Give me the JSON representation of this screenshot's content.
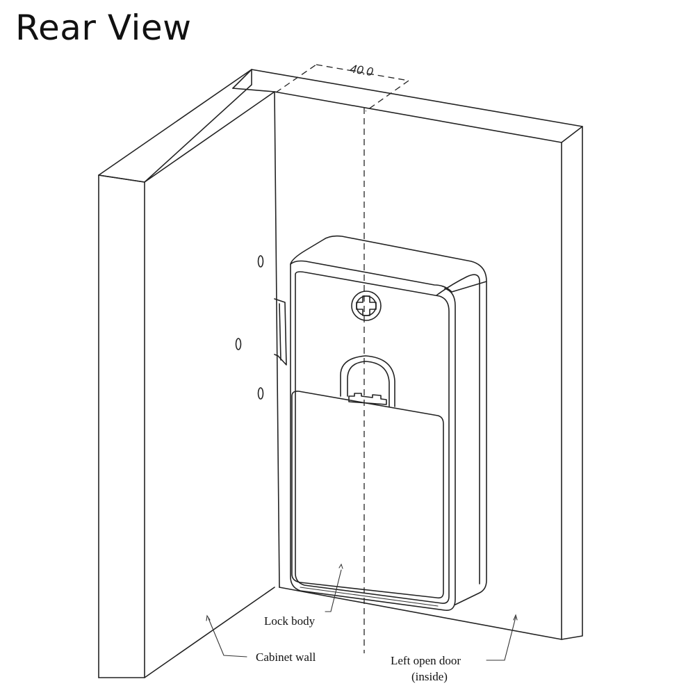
{
  "title": "Rear View",
  "dimension": {
    "value": "40.0"
  },
  "labels": {
    "lock_body": "Lock body",
    "cabinet_wall": "Cabinet wall",
    "left_door_line1": "Left open door",
    "left_door_line2": "(inside)"
  },
  "icons": [
    "screw-icon",
    "mounting-hole-icon"
  ]
}
